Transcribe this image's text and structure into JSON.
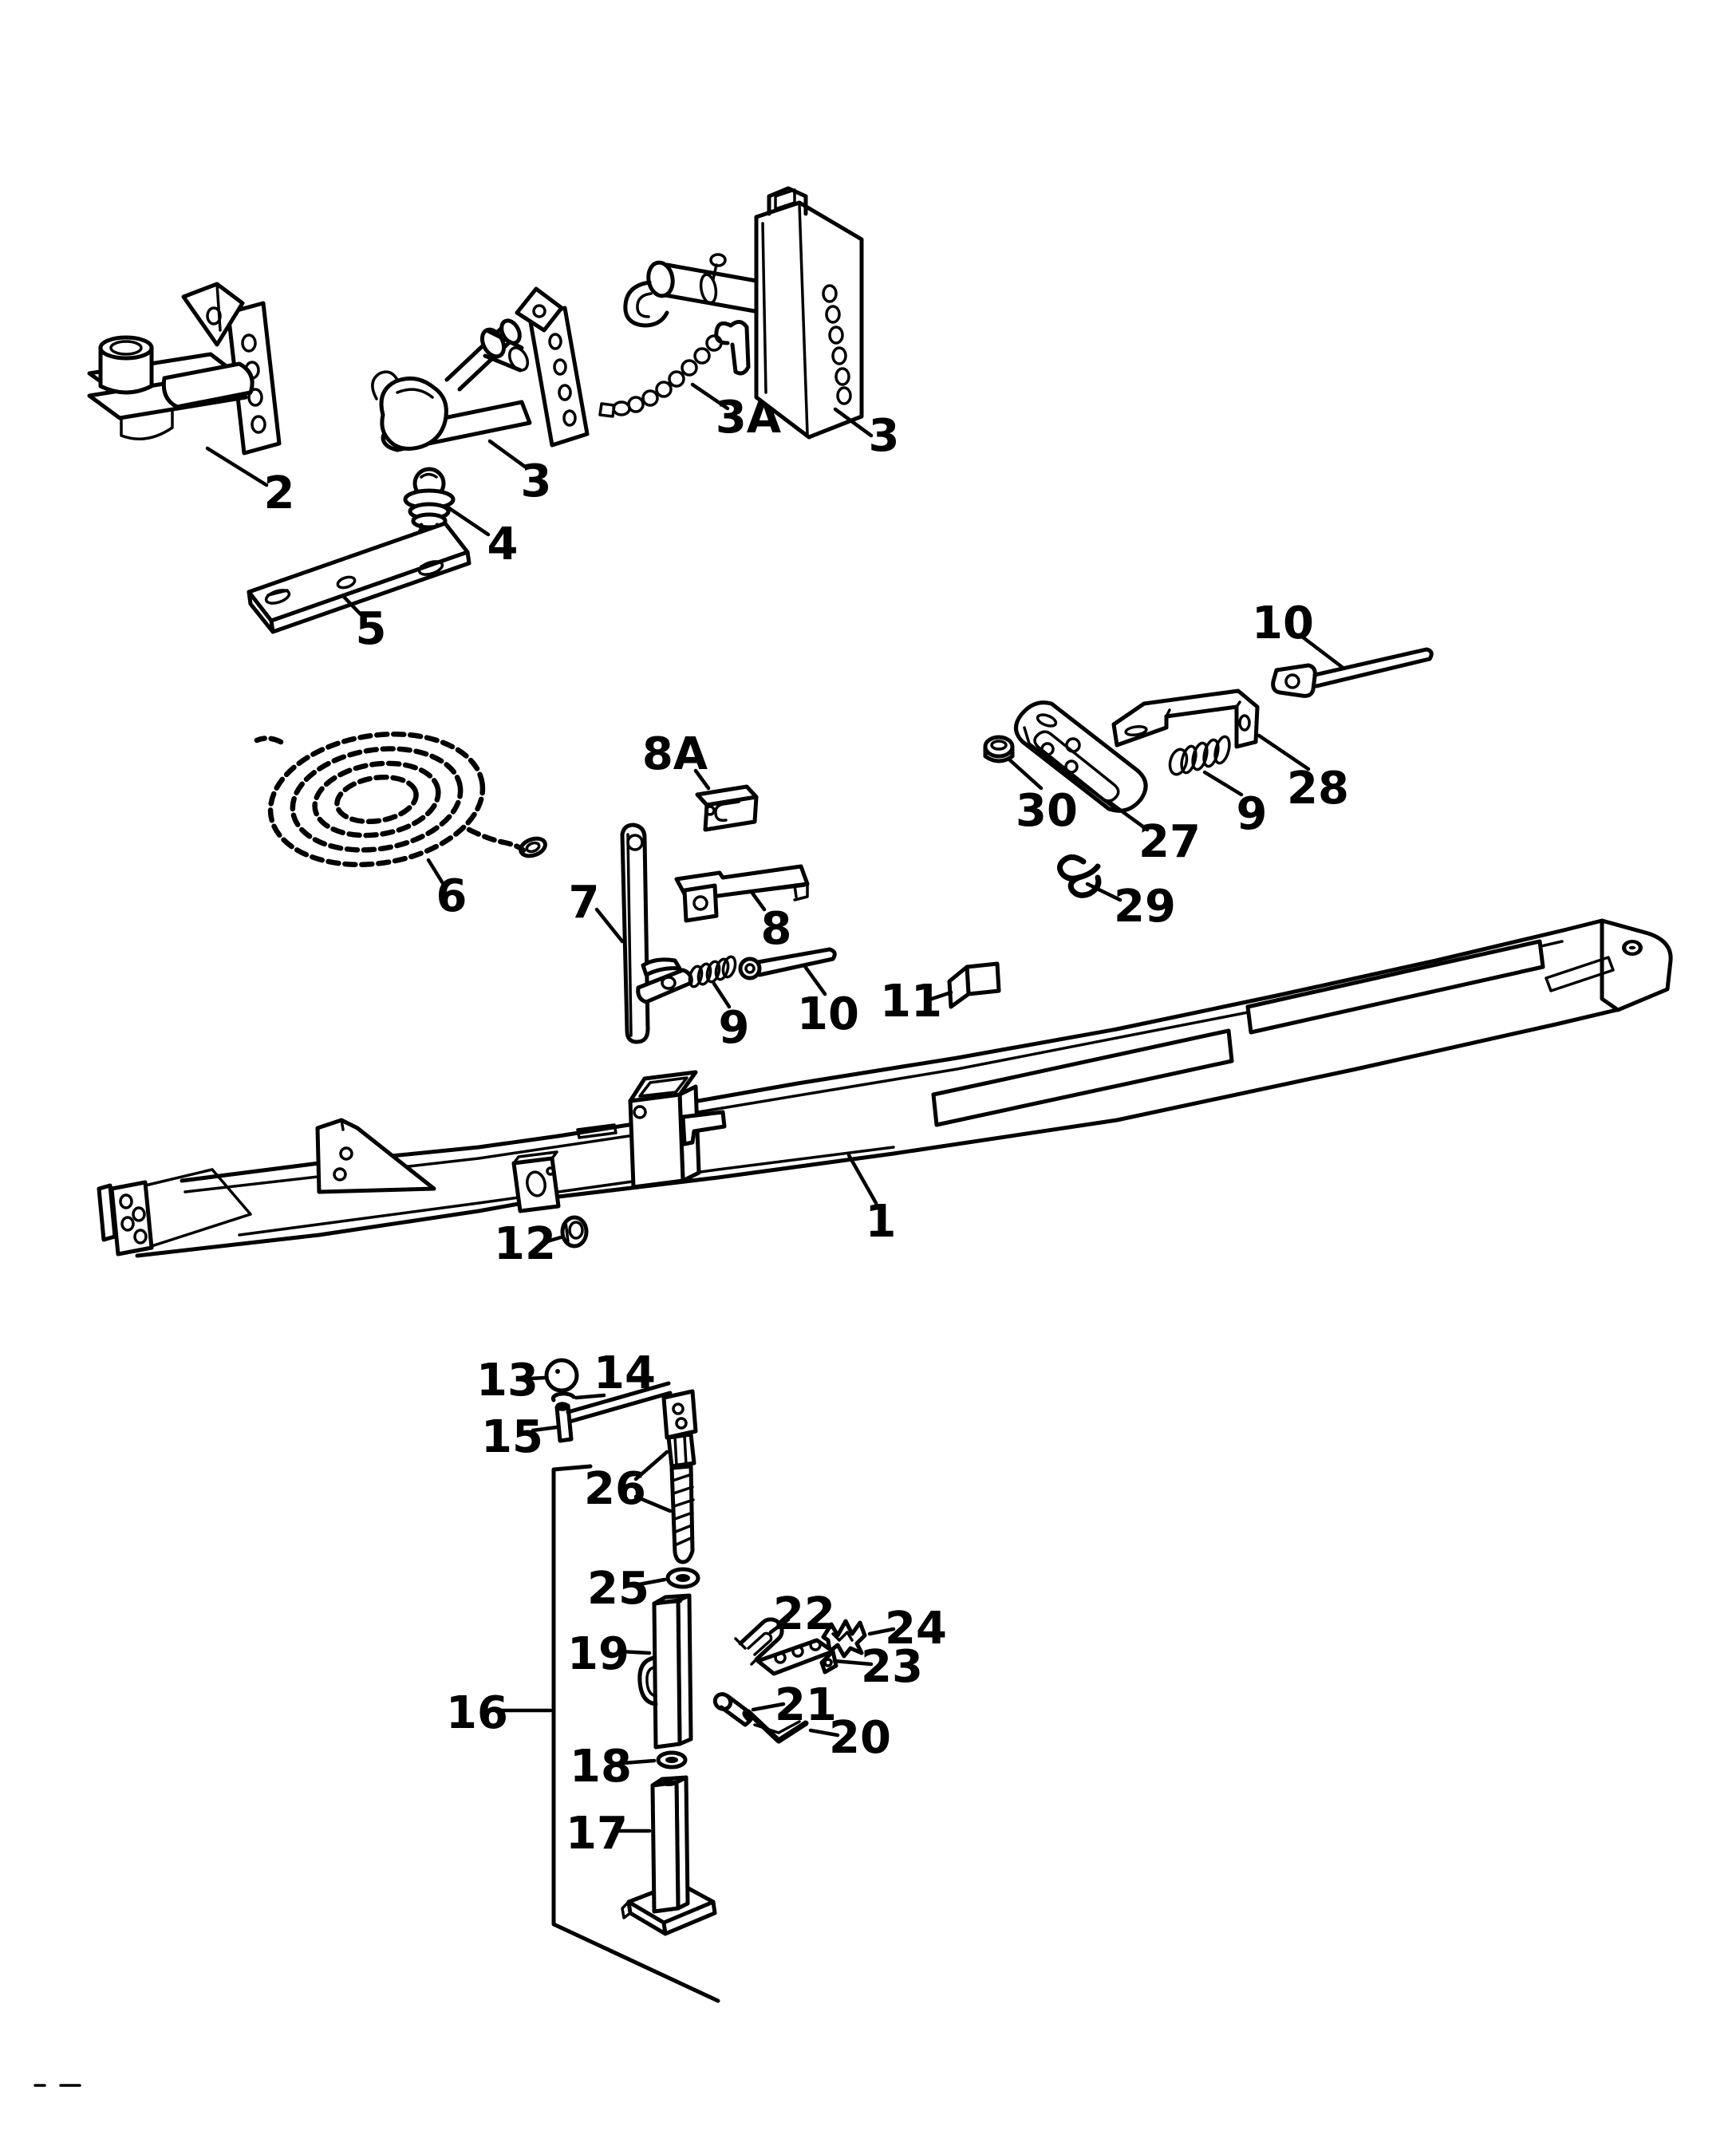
{
  "diagram": {
    "type": "exploded-parts-diagram",
    "background_color": "#ffffff",
    "line_color": "#000000",
    "callouts": [
      {
        "id": "part-2",
        "label": "2",
        "depicts": "adjustable-clevis-hitch-head"
      },
      {
        "id": "part-3-left",
        "label": "3",
        "depicts": "ball-coupler-assembly"
      },
      {
        "id": "part-4",
        "label": "4",
        "depicts": "hitch-ball"
      },
      {
        "id": "part-5",
        "label": "5",
        "depicts": "mounting-plate"
      },
      {
        "id": "part-3a",
        "label": "3A",
        "depicts": "pin-with-chain"
      },
      {
        "id": "part-3-right",
        "label": "3",
        "depicts": "channel-coupler-bracket"
      },
      {
        "id": "part-6",
        "label": "6",
        "depicts": "rope-coil"
      },
      {
        "id": "part-7",
        "label": "7",
        "depicts": "latch-bar"
      },
      {
        "id": "part-8a",
        "label": "8A",
        "depicts": "retainer-clip"
      },
      {
        "id": "part-8",
        "label": "8",
        "depicts": "cover-bracket"
      },
      {
        "id": "part-9-left",
        "label": "9",
        "depicts": "compression-spring"
      },
      {
        "id": "part-10-left",
        "label": "10",
        "depicts": "cotter-pin"
      },
      {
        "id": "part-11",
        "label": "11",
        "depicts": "angle-clip"
      },
      {
        "id": "part-10-right",
        "label": "10",
        "depicts": "link-rod"
      },
      {
        "id": "part-28",
        "label": "28",
        "depicts": "offset-bracket"
      },
      {
        "id": "part-30",
        "label": "30",
        "depicts": "bushing-cap"
      },
      {
        "id": "part-27",
        "label": "27",
        "depicts": "slotted-link-plate"
      },
      {
        "id": "part-9-right",
        "label": "9",
        "depicts": "compression-spring"
      },
      {
        "id": "part-29",
        "label": "29",
        "depicts": "s-hook"
      },
      {
        "id": "part-1",
        "label": "1",
        "depicts": "tongue-beam"
      },
      {
        "id": "part-12",
        "label": "12",
        "depicts": "nut"
      },
      {
        "id": "part-13",
        "label": "13",
        "depicts": "knob-ball"
      },
      {
        "id": "part-14",
        "label": "14",
        "depicts": "push-nut"
      },
      {
        "id": "part-15",
        "label": "15",
        "depicts": "crank-handle"
      },
      {
        "id": "part-26",
        "label": "26",
        "depicts": "screw-shaft"
      },
      {
        "id": "part-25",
        "label": "25",
        "depicts": "washer"
      },
      {
        "id": "part-19",
        "label": "19",
        "depicts": "jack-outer-tube"
      },
      {
        "id": "part-16",
        "label": "16",
        "depicts": "jack-assembly-extent"
      },
      {
        "id": "part-18",
        "label": "18",
        "depicts": "washer"
      },
      {
        "id": "part-17",
        "label": "17",
        "depicts": "jack-leg-with-foot"
      },
      {
        "id": "part-22",
        "label": "22",
        "depicts": "u-bolt"
      },
      {
        "id": "part-24",
        "label": "24",
        "depicts": "toothed-spring-clip"
      },
      {
        "id": "part-23",
        "label": "23",
        "depicts": "angle-bracket"
      },
      {
        "id": "part-21",
        "label": "21",
        "depicts": "clevis-pin"
      },
      {
        "id": "part-20",
        "label": "20",
        "depicts": "bent-wire-pin"
      }
    ]
  }
}
